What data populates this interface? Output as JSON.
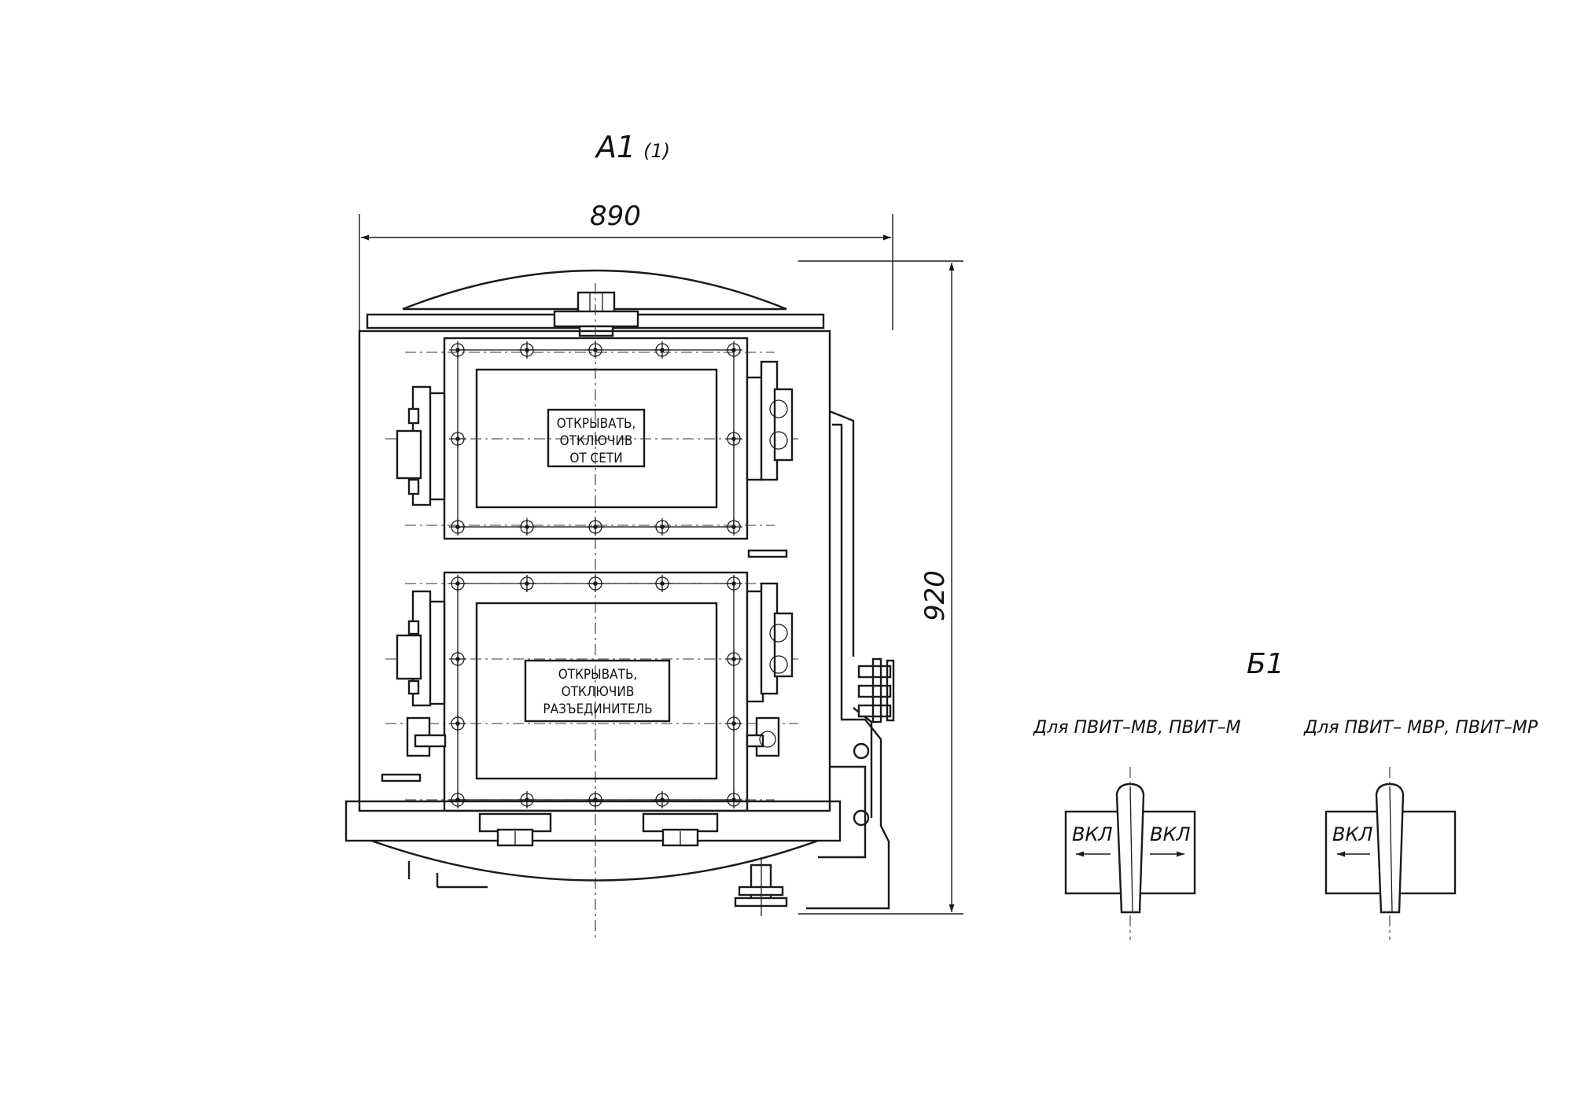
{
  "view_a": {
    "title": "А1",
    "title_suffix": "(1)",
    "width_dim": "890",
    "height_dim": "920",
    "upper_plate": [
      "ОТКРЫВАТЬ,",
      "ОТКЛЮЧИВ",
      "ОТ СЕТИ"
    ],
    "lower_plate": [
      "ОТКРЫВАТЬ,",
      "ОТКЛЮЧИВ",
      "РАЗЪЕДИНИТЕЛЬ"
    ]
  },
  "view_b": {
    "title": "Б1",
    "left_caption": "Для ПВИТ–МВ, ПВИТ–М",
    "right_caption": "Для ПВИТ– МВР, ПВИТ–МР",
    "on_label": "ВКЛ"
  }
}
